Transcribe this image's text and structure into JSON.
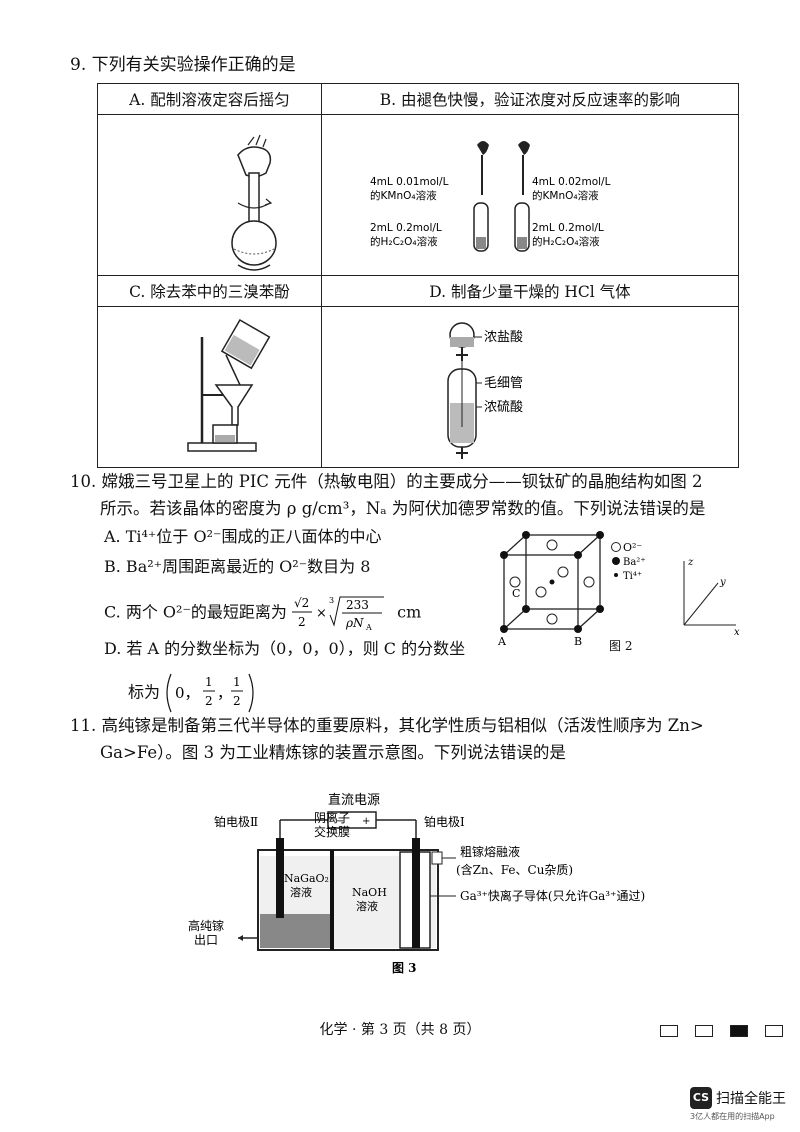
{
  "q9": {
    "stem": "9. 下列有关实验操作正确的是",
    "options": [
      {
        "label": "A. 配制溶液定容后摇匀"
      },
      {
        "label": "B. 由褪色快慢，验证浓度对反应速率的影响"
      },
      {
        "label": "C. 除去苯中的三溴苯酚"
      },
      {
        "label": "D. 制备少量干燥的 HCl 气体"
      }
    ],
    "b_left_top1": "4mL 0.01mol/L",
    "b_left_top2": "的KMnO₄溶液",
    "b_left_bot1": "2mL 0.2mol/L",
    "b_left_bot2": "的H₂C₂O₄溶液",
    "b_right_top1": "4mL 0.02mol/L",
    "b_right_top2": "的KMnO₄溶液",
    "b_right_bot1": "2mL 0.2mol/L",
    "b_right_bot2": "的H₂C₂O₄溶液",
    "d_label1": "浓盐酸",
    "d_label2": "毛细管",
    "d_label3": "浓硫酸"
  },
  "q10": {
    "line1": "10. 嫦娥三号卫星上的 PIC 元件（热敏电阻）的主要成分——钡钛矿的晶胞结构如图 2",
    "line2": "所示。若该晶体的密度为 ρ g/cm³，Nₐ 为阿伏加德罗常数的值。下列说法错误的是",
    "optA": "A. Ti⁴⁺位于 O²⁻围成的正八面体的中心",
    "optB": "B. Ba²⁺周围距离最近的 O²⁻数目为 8",
    "optC_pre": "C. 两个 O²⁻的最短距离为",
    "optC_unit": "cm",
    "optD1": "D. 若 A 的分数坐标为（0，0，0），则 C 的分数坐",
    "optD2_pre": "标为",
    "fig_label": "图 2",
    "legend": [
      "O²⁻",
      "Ba²⁺",
      "Ti⁴⁺"
    ],
    "pt_A": "A",
    "pt_B": "B",
    "pt_C": "C",
    "axis_x": "x",
    "axis_y": "y",
    "axis_z": "z"
  },
  "q11": {
    "line1": "11. 高纯镓是制备第三代半导体的重要原料，其化学性质与铝相似（活泼性顺序为 Zn>",
    "line2": "Ga>Fe）。图 3 为工业精炼镓的装置示意图。下列说法错误的是",
    "power": "直流电源",
    "membrane1": "阴离子",
    "membrane2": "交换膜",
    "electrode2": "铂电极Ⅱ",
    "electrode1": "铂电极Ⅰ",
    "naga1": "NaGaO₂",
    "naga2": "溶液",
    "naoh1": "NaOH",
    "naoh2": "溶液",
    "crude1": "粗镓熔融液",
    "crude2": "(含Zn、Fe、Cu杂质)",
    "conductor": "Ga³⁺快离子导体(只允许Ga³⁺通过)",
    "outlet1": "高纯镓",
    "outlet2": "出口",
    "fig_label": "图 3"
  },
  "footer": "化学 · 第 3 页（共 8 页）",
  "watermark": {
    "logo": "CS",
    "name": "扫描全能王",
    "sub": "3亿人都在用的扫描App"
  }
}
